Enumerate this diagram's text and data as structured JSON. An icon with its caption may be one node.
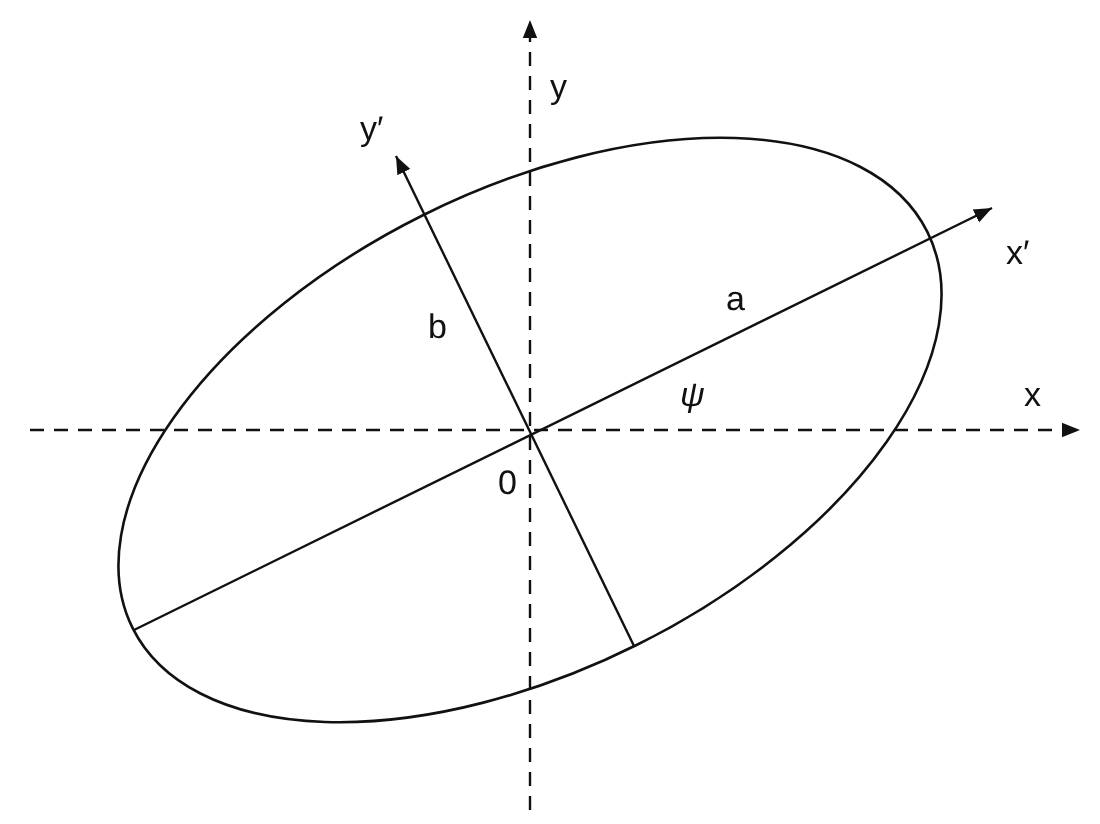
{
  "diagram": {
    "labels": [
      "y",
      "y′",
      "x′",
      "a",
      "b",
      "ψ",
      "x",
      "0"
    ]
  }
}
